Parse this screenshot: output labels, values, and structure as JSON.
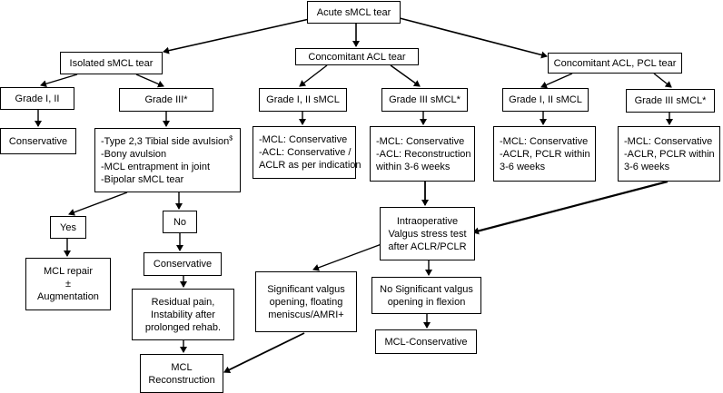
{
  "nodes": {
    "root": {
      "lines": [
        "Acute sMCL tear"
      ]
    },
    "isolated": {
      "lines": [
        "Isolated sMCL tear"
      ]
    },
    "concomitant_acl": {
      "lines": [
        "Concomitant ACL tear"
      ]
    },
    "concomitant_acl_pcl": {
      "lines": [
        "Concomitant ACL, PCL tear"
      ]
    },
    "iso_grade_1_2": {
      "lines": [
        "Grade I, II"
      ]
    },
    "iso_grade_3": {
      "lines": [
        "Grade III*"
      ]
    },
    "acl_grade_1_2": {
      "lines": [
        "Grade I, II sMCL"
      ]
    },
    "acl_grade_3": {
      "lines": [
        "Grade III sMCL*"
      ]
    },
    "pcl_grade_1_2": {
      "lines": [
        "Grade I, II sMCL"
      ]
    },
    "pcl_grade_3": {
      "lines": [
        "Grade III sMCL*"
      ]
    },
    "iso_conservative": {
      "lines": [
        "Conservative"
      ]
    },
    "indications": {
      "lines": [
        "-Type 2,3 Tibial side avulsion",
        "-Bony avulsion",
        "-MCL entrapment in joint",
        "-Bipolar sMCL tear"
      ],
      "sup": "$"
    },
    "acl_g12_mgmt": {
      "lines": [
        "-MCL: Conservative",
        "-ACL: Conservative /",
        "ACLR as per indication"
      ]
    },
    "acl_g3_mgmt": {
      "lines": [
        "-MCL: Conservative",
        "-ACL: Reconstruction",
        "within 3-6 weeks"
      ]
    },
    "pcl_g12_mgmt": {
      "lines": [
        "-MCL: Conservative",
        "-ACLR, PCLR within",
        "3-6 weeks"
      ]
    },
    "pcl_g3_mgmt": {
      "lines": [
        "-MCL: Conservative",
        "-ACLR, PCLR within",
        "3-6 weeks"
      ]
    },
    "yes": {
      "lines": [
        "Yes"
      ]
    },
    "no": {
      "lines": [
        "No"
      ]
    },
    "mcl_repair": {
      "lines": [
        "MCL repair",
        "±",
        "Augmentation"
      ]
    },
    "no_conservative": {
      "lines": [
        "Conservative"
      ]
    },
    "residual": {
      "lines": [
        "Residual pain,",
        "Instability after",
        "prolonged rehab."
      ]
    },
    "mcl_reconstruction": {
      "lines": [
        "MCL",
        "Reconstruction"
      ]
    },
    "valgus_test": {
      "lines": [
        "Intraoperative",
        "Valgus stress test",
        "after ACLR/PCLR"
      ]
    },
    "significant": {
      "lines": [
        "Significant valgus",
        "opening, floating",
        "meniscus/AMRI+"
      ]
    },
    "not_significant": {
      "lines": [
        "No Significant valgus",
        "opening in flexion"
      ]
    },
    "mcl_conservative_final": {
      "lines": [
        "MCL-Conservative"
      ]
    }
  }
}
